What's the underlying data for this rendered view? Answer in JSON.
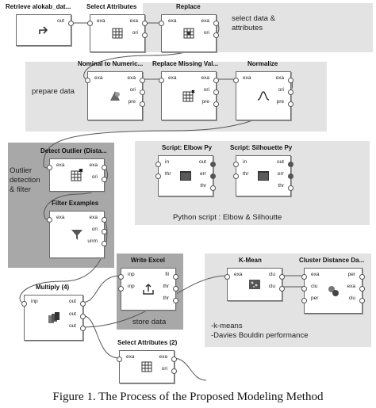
{
  "caption": "Figure 1. The Process of the Proposed Modeling Method",
  "groups": {
    "select_data": "select data &\nattributes",
    "prepare_data": "prepare data",
    "outlier": "Outlier\ndetection\n& filter",
    "python": "Python script : Elbow & Silhoutte",
    "store": "store data",
    "kmeans": "-k-means\n-Davies Bouldin performance"
  },
  "operators": {
    "retrieve": {
      "title": "Retrieve alokab_dat...",
      "out": [
        "out"
      ]
    },
    "select_attributes": {
      "title": "Select Attributes",
      "in": [
        "exa"
      ],
      "out": [
        "exa",
        "ori"
      ]
    },
    "replace": {
      "title": "Replace",
      "in": [
        "exa"
      ],
      "out": [
        "exa",
        "ori"
      ]
    },
    "nominal_to_numeric": {
      "title": "Nominal to Numeric...",
      "in": [
        "exa"
      ],
      "out": [
        "exa",
        "ori",
        "pre"
      ]
    },
    "replace_missing": {
      "title": "Replace Missing Val...",
      "in": [
        "exa"
      ],
      "out": [
        "exa",
        "ori",
        "pre"
      ]
    },
    "normalize": {
      "title": "Normalize",
      "in": [
        "exa"
      ],
      "out": [
        "exa",
        "ori",
        "pre"
      ]
    },
    "detect_outlier": {
      "title": "Detect Outlier (Dista...",
      "in": [
        "exa"
      ],
      "out": [
        "exa",
        "ori"
      ]
    },
    "filter_examples": {
      "title": "Filter Examples",
      "in": [
        "exa"
      ],
      "out": [
        "exa",
        "ori",
        "unm"
      ]
    },
    "script_elbow": {
      "title": "Script: Elbow Py",
      "in": [
        "in",
        "thr"
      ],
      "out": [
        "out",
        "err",
        "thr"
      ]
    },
    "script_silhouette": {
      "title": "Script: Silhouette Py",
      "in": [
        "in",
        "thr"
      ],
      "out": [
        "out",
        "err",
        "thr"
      ]
    },
    "multiply": {
      "title": "Multiply (4)",
      "in": [
        "inp"
      ],
      "out": [
        "out",
        "out",
        "out"
      ]
    },
    "write_excel": {
      "title": "Write Excel",
      "in": [
        "inp",
        "inp"
      ],
      "out": [
        "fil",
        "thr",
        "thr"
      ]
    },
    "k_mean": {
      "title": "K-Mean",
      "in": [
        "exa"
      ],
      "out": [
        "clu",
        "clu"
      ]
    },
    "cluster_distance": {
      "title": "Cluster Distance Da...",
      "in": [
        "exa",
        "clu",
        "per"
      ],
      "out": [
        "per",
        "exa",
        "clu"
      ]
    },
    "select_attributes_2": {
      "title": "Select Attributes (2)",
      "in": [
        "exa"
      ],
      "out": [
        "exa",
        "ori"
      ]
    }
  }
}
